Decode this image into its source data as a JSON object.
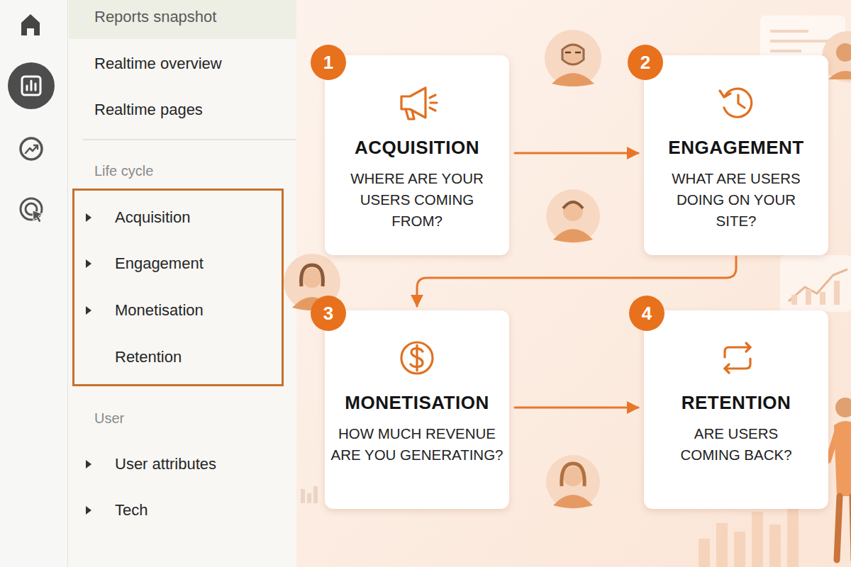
{
  "diagram": {
    "nodes": [
      {
        "text": [
          "Reports snapshot"
        ]
      },
      {
        "text": [
          "Acquisition",
          "Engagement",
          "Monetisation",
          "Retention"
        ]
      },
      {
        "text": [
          "ACQUISITION",
          "WHERE ARE YOUR USERS COMING FROM?"
        ]
      },
      {
        "text": [
          "1"
        ],
        "in": 2
      },
      {
        "text": [
          "ENGAGEMENT",
          "WHAT ARE USERS DOING ON YOUR SITE?"
        ]
      },
      {
        "text": [
          "2"
        ],
        "in": 4
      },
      {
        "text": [
          "MONETISATION",
          "HOW MUCH REVENUE ARE YOU GENERATING?"
        ]
      },
      {
        "text": [
          "3"
        ],
        "in": 6
      },
      {
        "text": [
          "RETENTION",
          "ARE USERS COMING BACK?"
        ]
      },
      {
        "text": [
          "4"
        ],
        "in": 8
      }
    ],
    "edges": [
      {
        "from": 2,
        "to": 4,
        "arrow": "to"
      },
      {
        "from": 4,
        "to": 6,
        "arrow": "to"
      },
      {
        "from": 6,
        "to": 8,
        "arrow": "to"
      }
    ],
    "labels": [
      "Realtime overview",
      "Realtime pages",
      "Life cycle",
      "User",
      "User attributes",
      "Tech"
    ]
  }
}
